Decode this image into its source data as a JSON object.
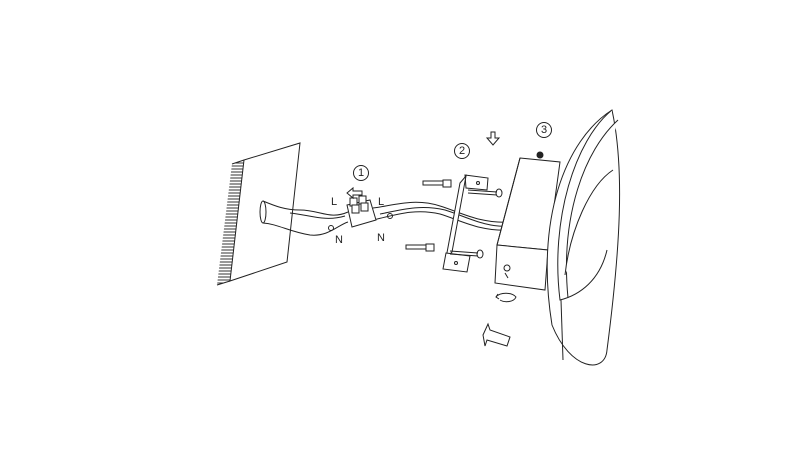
{
  "diagram": {
    "type": "installation-instructions",
    "subject": "wall lamp mounting",
    "steps": [
      {
        "number": "1",
        "glyph": "①",
        "description": "connect wires in terminal block"
      },
      {
        "number": "2",
        "glyph": "②",
        "description": "fix mounting bracket with screws and wall plugs"
      },
      {
        "number": "3",
        "glyph": "③",
        "description": "attach lamp body and tighten screws"
      }
    ],
    "wire_labels": {
      "live_left": "L",
      "live_right": "L",
      "neutral_left": "N",
      "neutral_right": "N"
    },
    "colors": {
      "line": "#222222",
      "background": "#ffffff"
    }
  }
}
